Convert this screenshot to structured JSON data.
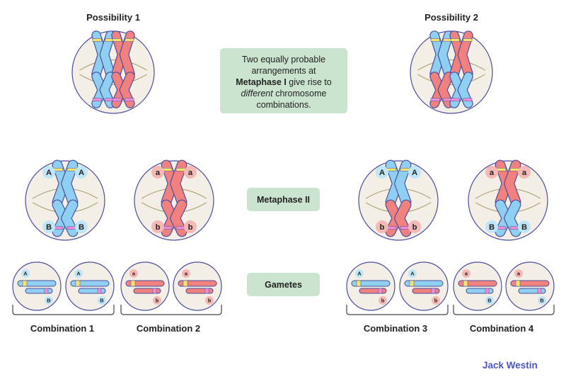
{
  "titles": {
    "possibility_1": "Possibility 1",
    "possibility_2": "Possibility 2"
  },
  "explanation": {
    "line1": "Two equally probable",
    "line2": "arrangements at",
    "bold": "Metaphase I",
    "line3_rest": " give rise to",
    "italic": "different",
    "line4_rest": " chromosome",
    "line5": "combinations."
  },
  "stages": {
    "metaphase2": "Metaphase II",
    "gametes": "Gametes"
  },
  "combinations": [
    {
      "label": "Combination 1",
      "alleles": [
        "A",
        "B"
      ]
    },
    {
      "label": "Combination 2",
      "alleles": [
        "a",
        "b"
      ]
    },
    {
      "label": "Combination 3",
      "alleles": [
        "A",
        "b"
      ]
    },
    {
      "label": "Combination 4",
      "alleles": [
        "a",
        "B"
      ]
    }
  ],
  "metaphase2_cells": [
    {
      "top_allele": "A",
      "bottom_allele": "B",
      "top_color": "blue",
      "bottom_color": "blue"
    },
    {
      "top_allele": "a",
      "bottom_allele": "b",
      "top_color": "red",
      "bottom_color": "red"
    },
    {
      "top_allele": "A",
      "bottom_allele": "b",
      "top_color": "blue",
      "bottom_color": "red"
    },
    {
      "top_allele": "a",
      "bottom_allele": "B",
      "top_color": "red",
      "bottom_color": "blue"
    }
  ],
  "colors": {
    "blue": "#8fd0f2",
    "red": "#f1817f",
    "outline": "#4b4f9e",
    "cell_fill": "#f3efe6",
    "spindle": "#b3a47c",
    "yellow_band": "#f5e36a",
    "pink_band": "#ee8fd6",
    "box_green": "#cbe4cf",
    "brand": "#4a55c4"
  },
  "brand": "Jack Westin"
}
